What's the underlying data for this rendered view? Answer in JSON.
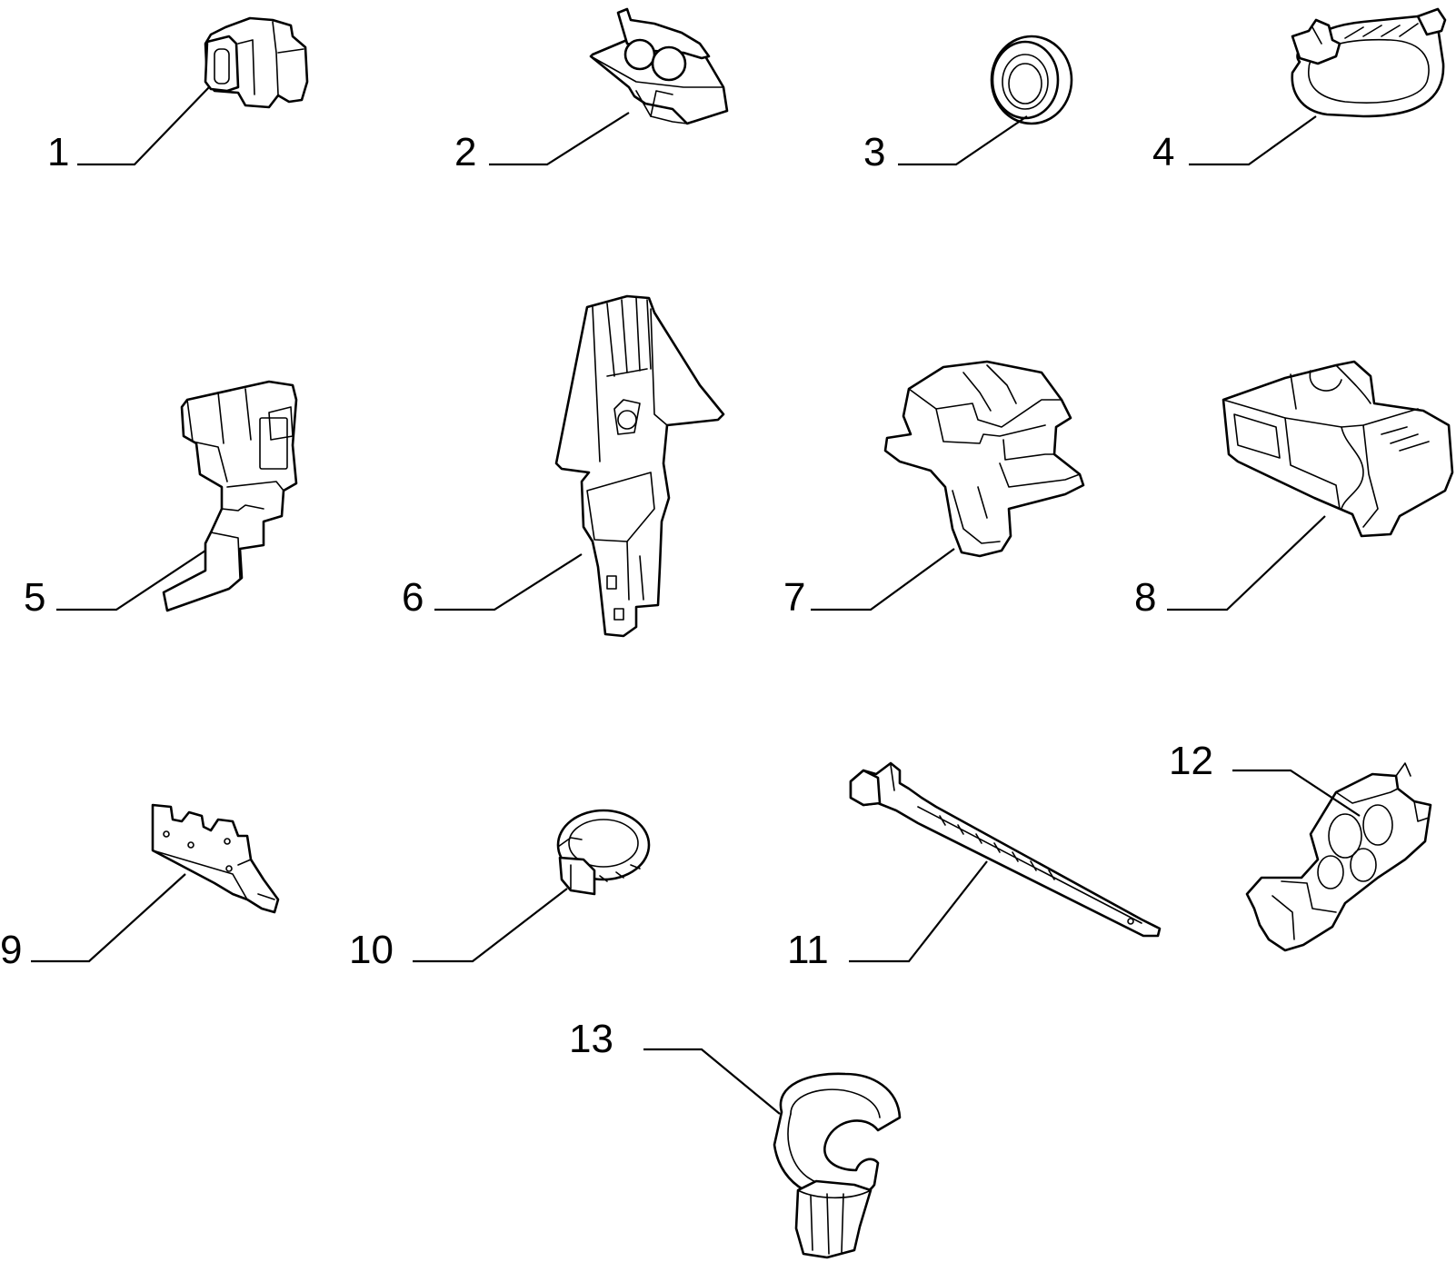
{
  "parts": [
    {
      "id": "p1",
      "label": "1",
      "icon": "grommet-connector-icon"
    },
    {
      "id": "p2",
      "label": "2",
      "icon": "double-pipe-clip-icon"
    },
    {
      "id": "p3",
      "label": "3",
      "icon": "round-grommet-icon"
    },
    {
      "id": "p4",
      "label": "4",
      "icon": "oval-band-clamp-icon"
    },
    {
      "id": "p5",
      "label": "5",
      "icon": "angled-bracket-clip-icon"
    },
    {
      "id": "p6",
      "label": "6",
      "icon": "arrow-mount-clip-icon"
    },
    {
      "id": "p7",
      "label": "7",
      "icon": "push-in-cable-clip-icon"
    },
    {
      "id": "p8",
      "label": "8",
      "icon": "double-channel-clip-icon"
    },
    {
      "id": "p9",
      "label": "9",
      "icon": "flat-bracket-icon"
    },
    {
      "id": "p10",
      "label": "10",
      "icon": "hose-clamp-icon"
    },
    {
      "id": "p11",
      "label": "11",
      "icon": "cable-tie-icon"
    },
    {
      "id": "p12",
      "label": "12",
      "icon": "twin-pipe-holder-icon"
    },
    {
      "id": "p13",
      "label": "13",
      "icon": "hook-clip-icon"
    }
  ]
}
